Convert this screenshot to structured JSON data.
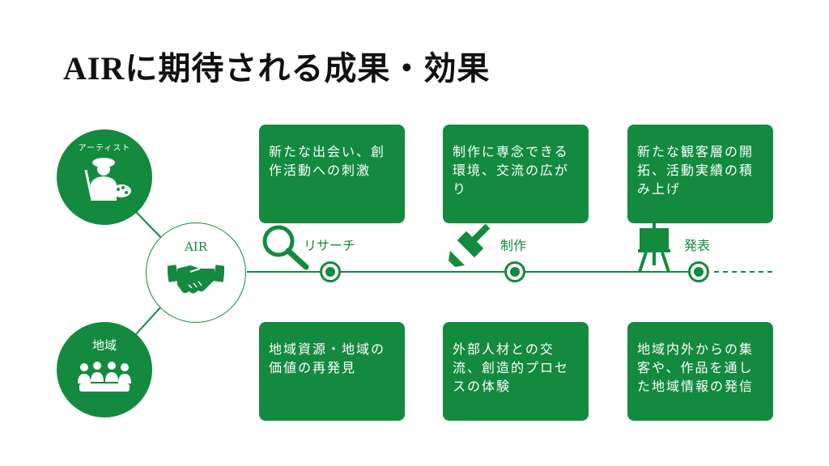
{
  "title": "AIRに期待される成果・効果",
  "actors": {
    "artist": "アーティスト",
    "air": "AIR",
    "region": "地域"
  },
  "stages": [
    {
      "label": "リサーチ",
      "icon": "magnifier-icon"
    },
    {
      "label": "制作",
      "icon": "paintbrush-icon"
    },
    {
      "label": "発表",
      "icon": "easel-icon"
    }
  ],
  "artist_effects": [
    "新たな出会い、創作活動への刺激",
    "制作に専念できる環境、交流の広がり",
    "新たな観客層の開拓、活動実績の積み上げ"
  ],
  "region_effects": [
    "地域資源・地域の価値の再発見",
    "外部人材との交流、創造的プロセスの体験",
    "地域内外からの集客や、作品を通した地域情報の発信"
  ],
  "colors": {
    "accent": "#138a3e"
  }
}
